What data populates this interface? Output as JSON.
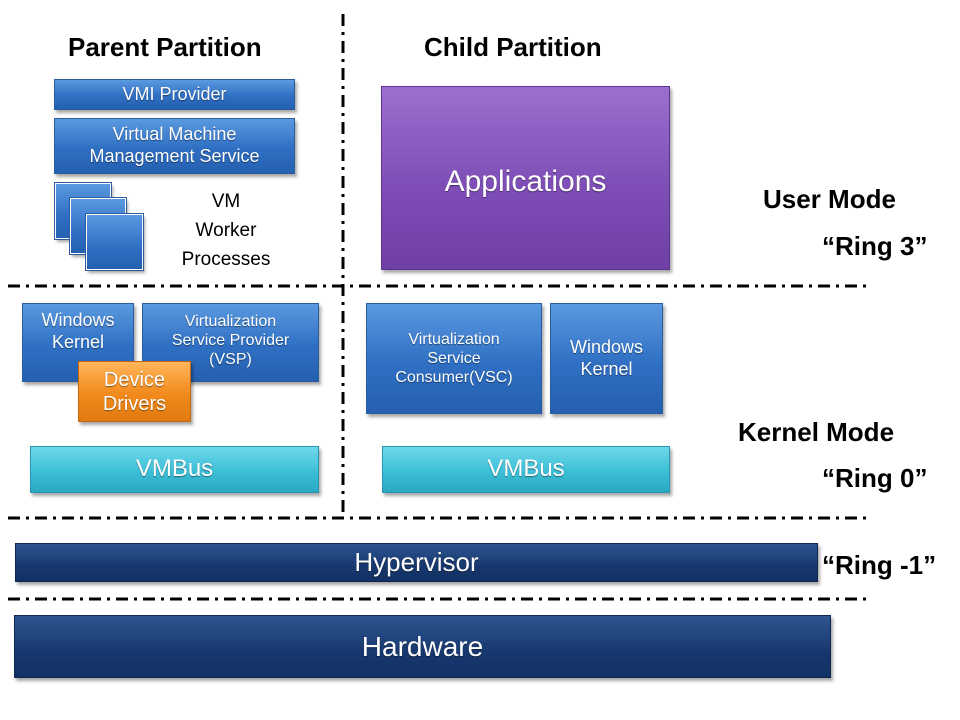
{
  "headings": {
    "parent_partition": "Parent Partition",
    "child_partition": "Child Partition",
    "user_mode": "User Mode",
    "ring3": "“Ring 3”",
    "kernel_mode": "Kernel Mode",
    "ring0": "“Ring 0”",
    "ring_minus1": "“Ring -1”"
  },
  "parent": {
    "vmi_provider": "VMI Provider",
    "vmms_line1": "Virtual Machine",
    "vmms_line2": "Management Service",
    "worker_line1": "VM",
    "worker_line2": "Worker",
    "worker_line3": "Processes",
    "windows_kernel_line1": "Windows",
    "windows_kernel_line2": "Kernel",
    "vsp_line1": "Virtualization",
    "vsp_line2": "Service Provider",
    "vsp_line3": "(VSP)",
    "device_drivers_line1": "Device",
    "device_drivers_line2": "Drivers",
    "vmbus": "VMBus"
  },
  "child": {
    "applications": "Applications",
    "vsc_line1": "Virtualization",
    "vsc_line2": "Service",
    "vsc_line3": "Consumer(VSC)",
    "windows_kernel_line1": "Windows",
    "windows_kernel_line2": "Kernel",
    "vmbus": "VMBus"
  },
  "hypervisor": "Hypervisor",
  "hardware": "Hardware",
  "colors": {
    "blue": "#2f6fc3",
    "purple": "#7e4eb6",
    "cyan": "#3cbfd6",
    "orange": "#f28a1c",
    "navy": "#17386e",
    "separator": "#000000"
  }
}
